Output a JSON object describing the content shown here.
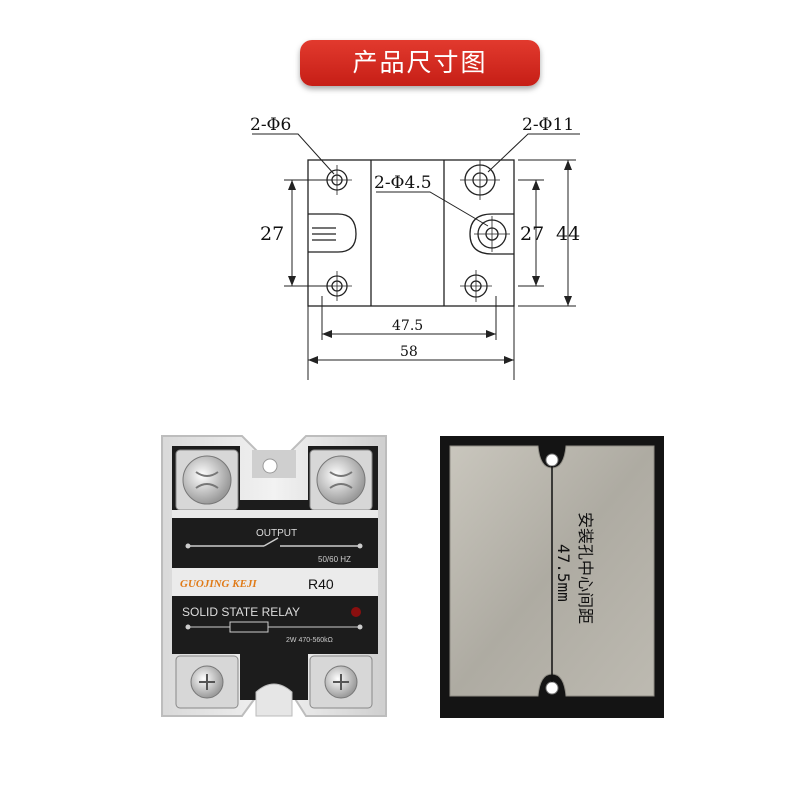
{
  "title": "产品尺寸图",
  "dimensions": {
    "hole_small": "2-Φ6",
    "hole_large": "2-Φ11",
    "hole_mid": "2-Φ4.5",
    "left_height": "27",
    "right_height": "27",
    "total_height": "44",
    "hole_spacing": "47.5",
    "total_width": "58"
  },
  "relay_front": {
    "output_label": "OUTPUT",
    "freq_label": "50/60 HZ",
    "brand": "GUOJING KEJI",
    "model": "R40",
    "type_label": "SOLID STATE RELAY",
    "spec_label": "2W 470-560kΩ"
  },
  "relay_back": {
    "note_line1": "安装孔中心间距",
    "note_line2": "47.5mm"
  },
  "colors": {
    "title_red": "#d42a22",
    "relay_dark": "#1c1c1c",
    "brand_orange": "#e07b18",
    "indicator_red": "#8a0f0f",
    "heatsink_metal": "#b4b1a8"
  }
}
